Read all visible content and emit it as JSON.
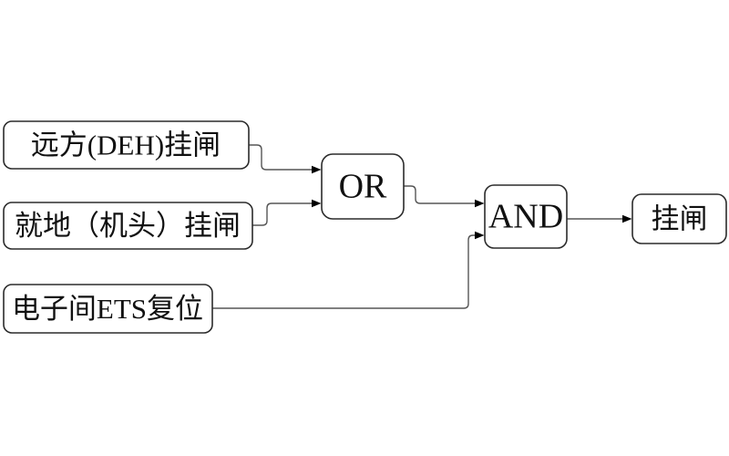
{
  "diagram": {
    "type": "logic-flow",
    "nodes": {
      "remote": {
        "label": "远方(DEH)挂闸",
        "role": "input"
      },
      "local": {
        "label": "就地（机头）挂闸",
        "role": "input"
      },
      "ets": {
        "label": "电子间ETS复位",
        "role": "input"
      },
      "or_gate": {
        "label": "OR",
        "role": "logic-gate"
      },
      "and_gate": {
        "label": "AND",
        "role": "logic-gate"
      },
      "output": {
        "label": "挂闸",
        "role": "output"
      }
    },
    "edges": [
      {
        "from": "remote",
        "to": "or_gate"
      },
      {
        "from": "local",
        "to": "or_gate"
      },
      {
        "from": "or_gate",
        "to": "and_gate"
      },
      {
        "from": "ets",
        "to": "and_gate"
      },
      {
        "from": "and_gate",
        "to": "output"
      }
    ],
    "colors": {
      "background": "#ffffff",
      "box_fill": "#ffffff",
      "border": "#2b2b2b",
      "line": "#565656",
      "arrowhead": "#000000"
    }
  }
}
